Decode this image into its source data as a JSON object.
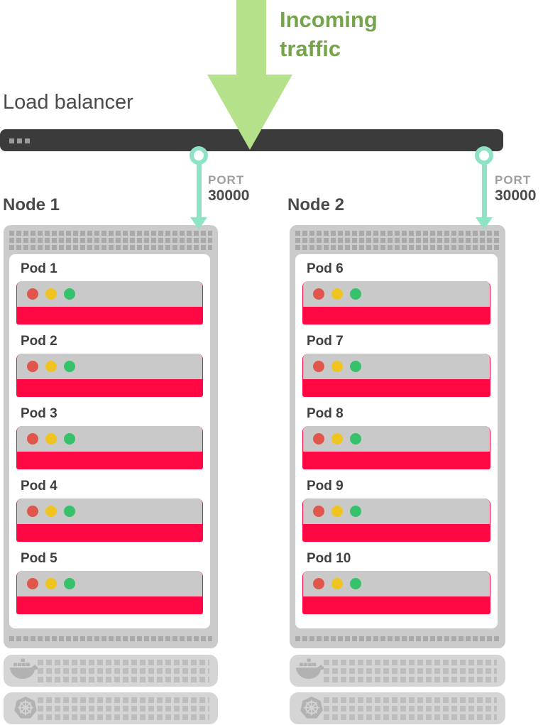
{
  "incoming": {
    "label": "Incoming traffic"
  },
  "load_balancer": {
    "label": "Load balancer"
  },
  "connections": [
    {
      "port_label": "PORT",
      "port_value": "30000"
    },
    {
      "port_label": "PORT",
      "port_value": "30000"
    }
  ],
  "nodes": [
    {
      "label": "Node 1",
      "pods": [
        {
          "label": "Pod 1"
        },
        {
          "label": "Pod 2"
        },
        {
          "label": "Pod 3"
        },
        {
          "label": "Pod 4"
        },
        {
          "label": "Pod 5"
        }
      ]
    },
    {
      "label": "Node 2",
      "pods": [
        {
          "label": "Pod 6"
        },
        {
          "label": "Pod 7"
        },
        {
          "label": "Pod 8"
        },
        {
          "label": "Pod 9"
        },
        {
          "label": "Pod 10"
        }
      ]
    }
  ],
  "runtime_bars": [
    {
      "icon": "docker-whale-icon"
    },
    {
      "icon": "kubernetes-helm-icon"
    }
  ],
  "colors": {
    "arrow_green": "#b5e18a",
    "text_green": "#76a44b",
    "teal": "#8de3c3",
    "bar_dark": "#3b3b3b",
    "pod_red": "#ff0844",
    "dot_red": "#e0564b",
    "dot_yellow": "#f0c420",
    "dot_green": "#35c26a"
  }
}
